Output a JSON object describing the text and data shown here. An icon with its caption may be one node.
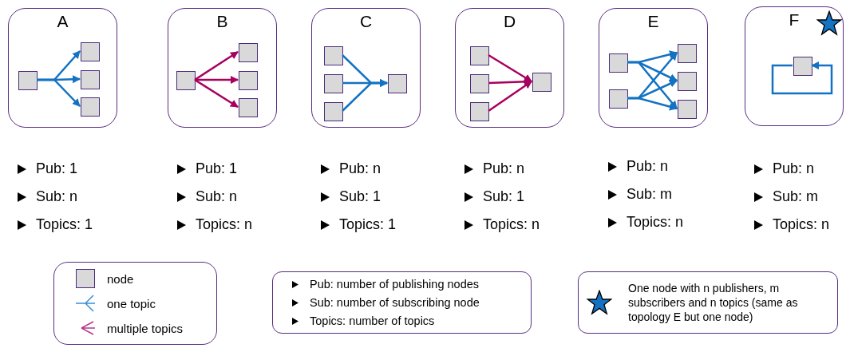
{
  "diagram": {
    "nodes": [
      {
        "text": [
          "A"
        ],
        "beside": [
          "Pub: 1",
          "Sub: n",
          "Topics: 1"
        ]
      },
      {
        "text": [],
        "shape": "box",
        "in": 0
      },
      {
        "text": [],
        "shape": "box",
        "in": 0
      },
      {
        "text": [],
        "shape": "box",
        "in": 0
      },
      {
        "text": [],
        "shape": "box",
        "in": 0
      },
      {
        "text": [
          "B"
        ],
        "beside": [
          "Pub: 1",
          "Sub: n",
          "Topics: n"
        ]
      },
      {
        "text": [],
        "shape": "box",
        "in": 5
      },
      {
        "text": [],
        "shape": "box",
        "in": 5
      },
      {
        "text": [],
        "shape": "box",
        "in": 5
      },
      {
        "text": [],
        "shape": "box",
        "in": 5
      },
      {
        "text": [
          "C"
        ],
        "beside": [
          "Pub: n",
          "Sub: 1",
          "Topics: 1"
        ]
      },
      {
        "text": [],
        "shape": "box",
        "in": 10
      },
      {
        "text": [],
        "shape": "box",
        "in": 10
      },
      {
        "text": [],
        "shape": "box",
        "in": 10
      },
      {
        "text": [],
        "shape": "box",
        "in": 10
      },
      {
        "text": [
          "D"
        ],
        "beside": [
          "Pub: n",
          "Sub: 1",
          "Topics: n"
        ]
      },
      {
        "text": [],
        "shape": "box",
        "in": 15
      },
      {
        "text": [],
        "shape": "box",
        "in": 15
      },
      {
        "text": [],
        "shape": "box",
        "in": 15
      },
      {
        "text": [],
        "shape": "box",
        "in": 15
      },
      {
        "text": [
          "E"
        ],
        "beside": [
          "Pub: n",
          "Sub: m",
          "Topics: n"
        ]
      },
      {
        "text": [],
        "shape": "box",
        "in": 20
      },
      {
        "text": [],
        "shape": "box",
        "in": 20
      },
      {
        "text": [],
        "shape": "box",
        "in": 20
      },
      {
        "text": [],
        "shape": "box",
        "in": 20
      },
      {
        "text": [],
        "shape": "box",
        "in": 20
      },
      {
        "text": [
          "F"
        ],
        "beside": [
          "Pub: n",
          "Sub: m",
          "Topics: n"
        ]
      },
      {
        "text": [],
        "shape": "box",
        "in": 26
      }
    ],
    "edges": [
      {
        "from": 1,
        "to": 2,
        "arrow": "to"
      },
      {
        "from": 1,
        "to": 3,
        "arrow": "to"
      },
      {
        "from": 1,
        "to": 4,
        "arrow": "to"
      },
      {
        "from": 6,
        "to": 7,
        "arrow": "to",
        "color": "#a8005f"
      },
      {
        "from": 6,
        "to": 8,
        "arrow": "to",
        "color": "#a8005f"
      },
      {
        "from": 6,
        "to": 9,
        "arrow": "to",
        "color": "#a8005f"
      },
      {
        "from": 11,
        "to": 14,
        "arrow": "to"
      },
      {
        "from": 12,
        "to": 14,
        "arrow": "to"
      },
      {
        "from": 13,
        "to": 14,
        "arrow": "to"
      },
      {
        "from": 16,
        "to": 19,
        "arrow": "to",
        "color": "#a8005f"
      },
      {
        "from": 17,
        "to": 19,
        "arrow": "to",
        "color": "#a8005f"
      },
      {
        "from": 18,
        "to": 19,
        "arrow": "to",
        "color": "#a8005f"
      },
      {
        "from": 21,
        "to": 23,
        "arrow": "to"
      },
      {
        "from": 21,
        "to": 24,
        "arrow": "to"
      },
      {
        "from": 21,
        "to": 25,
        "arrow": "to"
      },
      {
        "from": 22,
        "to": 23,
        "arrow": "to"
      },
      {
        "from": 22,
        "to": 24,
        "arrow": "to"
      },
      {
        "from": 22,
        "to": 25,
        "arrow": "to"
      },
      {
        "from": 27,
        "to": 27,
        "arrow": "to"
      }
    ],
    "labels": [
      "Pub: number of publishing nodes",
      "Sub: number of subscribing node",
      "Topics: number of topics"
    ],
    "legend": [
      {
        "text": "node"
      },
      {
        "text": "one topic"
      },
      {
        "text": "multiple topics"
      },
      {
        "text": "One node with n publishers, m subscribers and n topics (same as topology E but one node)"
      }
    ]
  }
}
